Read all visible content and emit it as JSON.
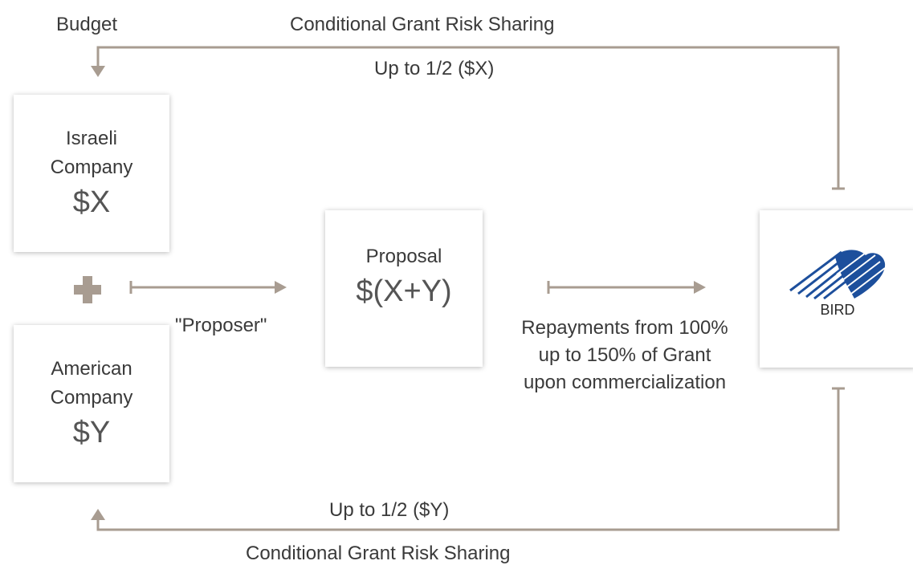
{
  "labels": {
    "budget": "Budget",
    "top_title": "Conditional Grant Risk Sharing",
    "top_amount": "Up to 1/2 ($X)",
    "proposer": "\"Proposer\"",
    "repayments": [
      "Repayments from 100%",
      "up to 150% of Grant",
      "upon commercialization"
    ],
    "bottom_amount": "Up to 1/2 ($Y)",
    "bottom_title": "Conditional Grant Risk Sharing"
  },
  "israeli": {
    "name_line1": "Israeli",
    "name_line2": "Company",
    "amount": "$X"
  },
  "american": {
    "name_line1": "American",
    "name_line2": "Company",
    "amount": "$Y"
  },
  "proposal": {
    "name": "Proposal",
    "amount": "$(X+Y)"
  },
  "bird": {
    "name": "BIRD",
    "logo_icon": "bird-stripes-logo",
    "logo_color": "#1d4f9c"
  },
  "colors": {
    "line": "#a89c91",
    "plus": "#a89c91"
  }
}
